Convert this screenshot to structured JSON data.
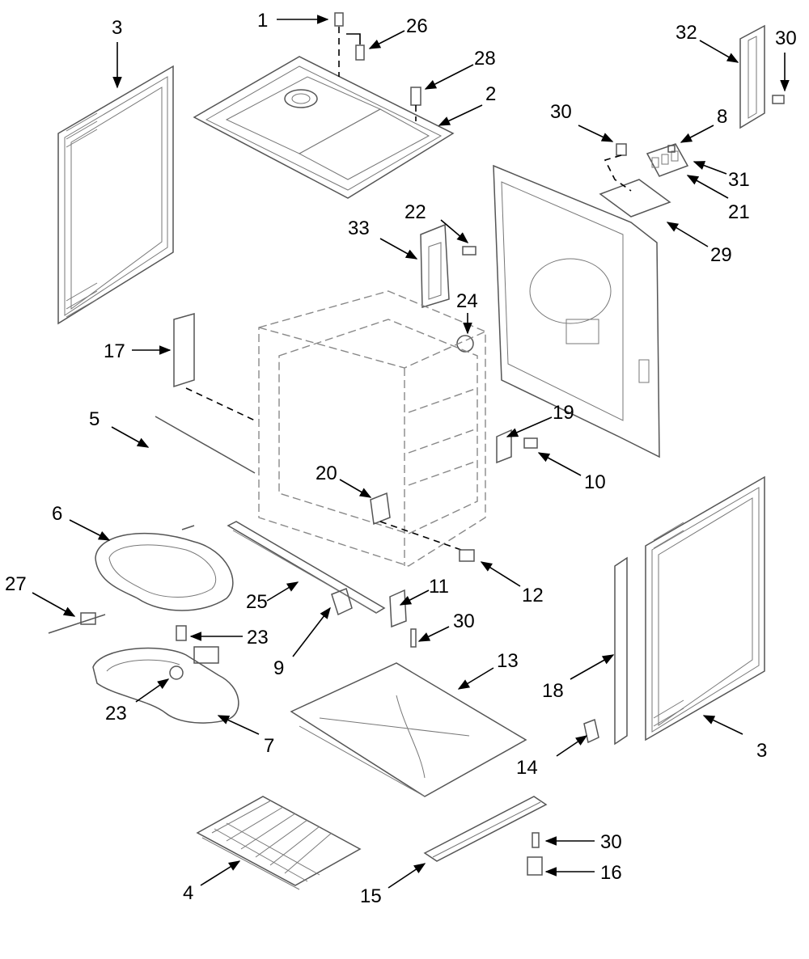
{
  "callouts": {
    "c1": "1",
    "c26": "26",
    "c28": "28",
    "c2": "2",
    "c3_top": "3",
    "c32": "32",
    "c30_top": "30",
    "c30_mid": "30",
    "c8": "8",
    "c31": "31",
    "c21": "21",
    "c29": "29",
    "c33": "33",
    "c22": "22",
    "c24": "24",
    "c17": "17",
    "c5": "5",
    "c19": "19",
    "c10": "10",
    "c20": "20",
    "c6": "6",
    "c12": "12",
    "c27": "27",
    "c25": "25",
    "c11": "11",
    "c30_low": "30",
    "c23_a": "23",
    "c9": "9",
    "c13": "13",
    "c18": "18",
    "c3_bottom": "3",
    "c23_b": "23",
    "c7": "7",
    "c14": "14",
    "c30_bottom": "30",
    "c16": "16",
    "c4": "4",
    "c15": "15"
  }
}
